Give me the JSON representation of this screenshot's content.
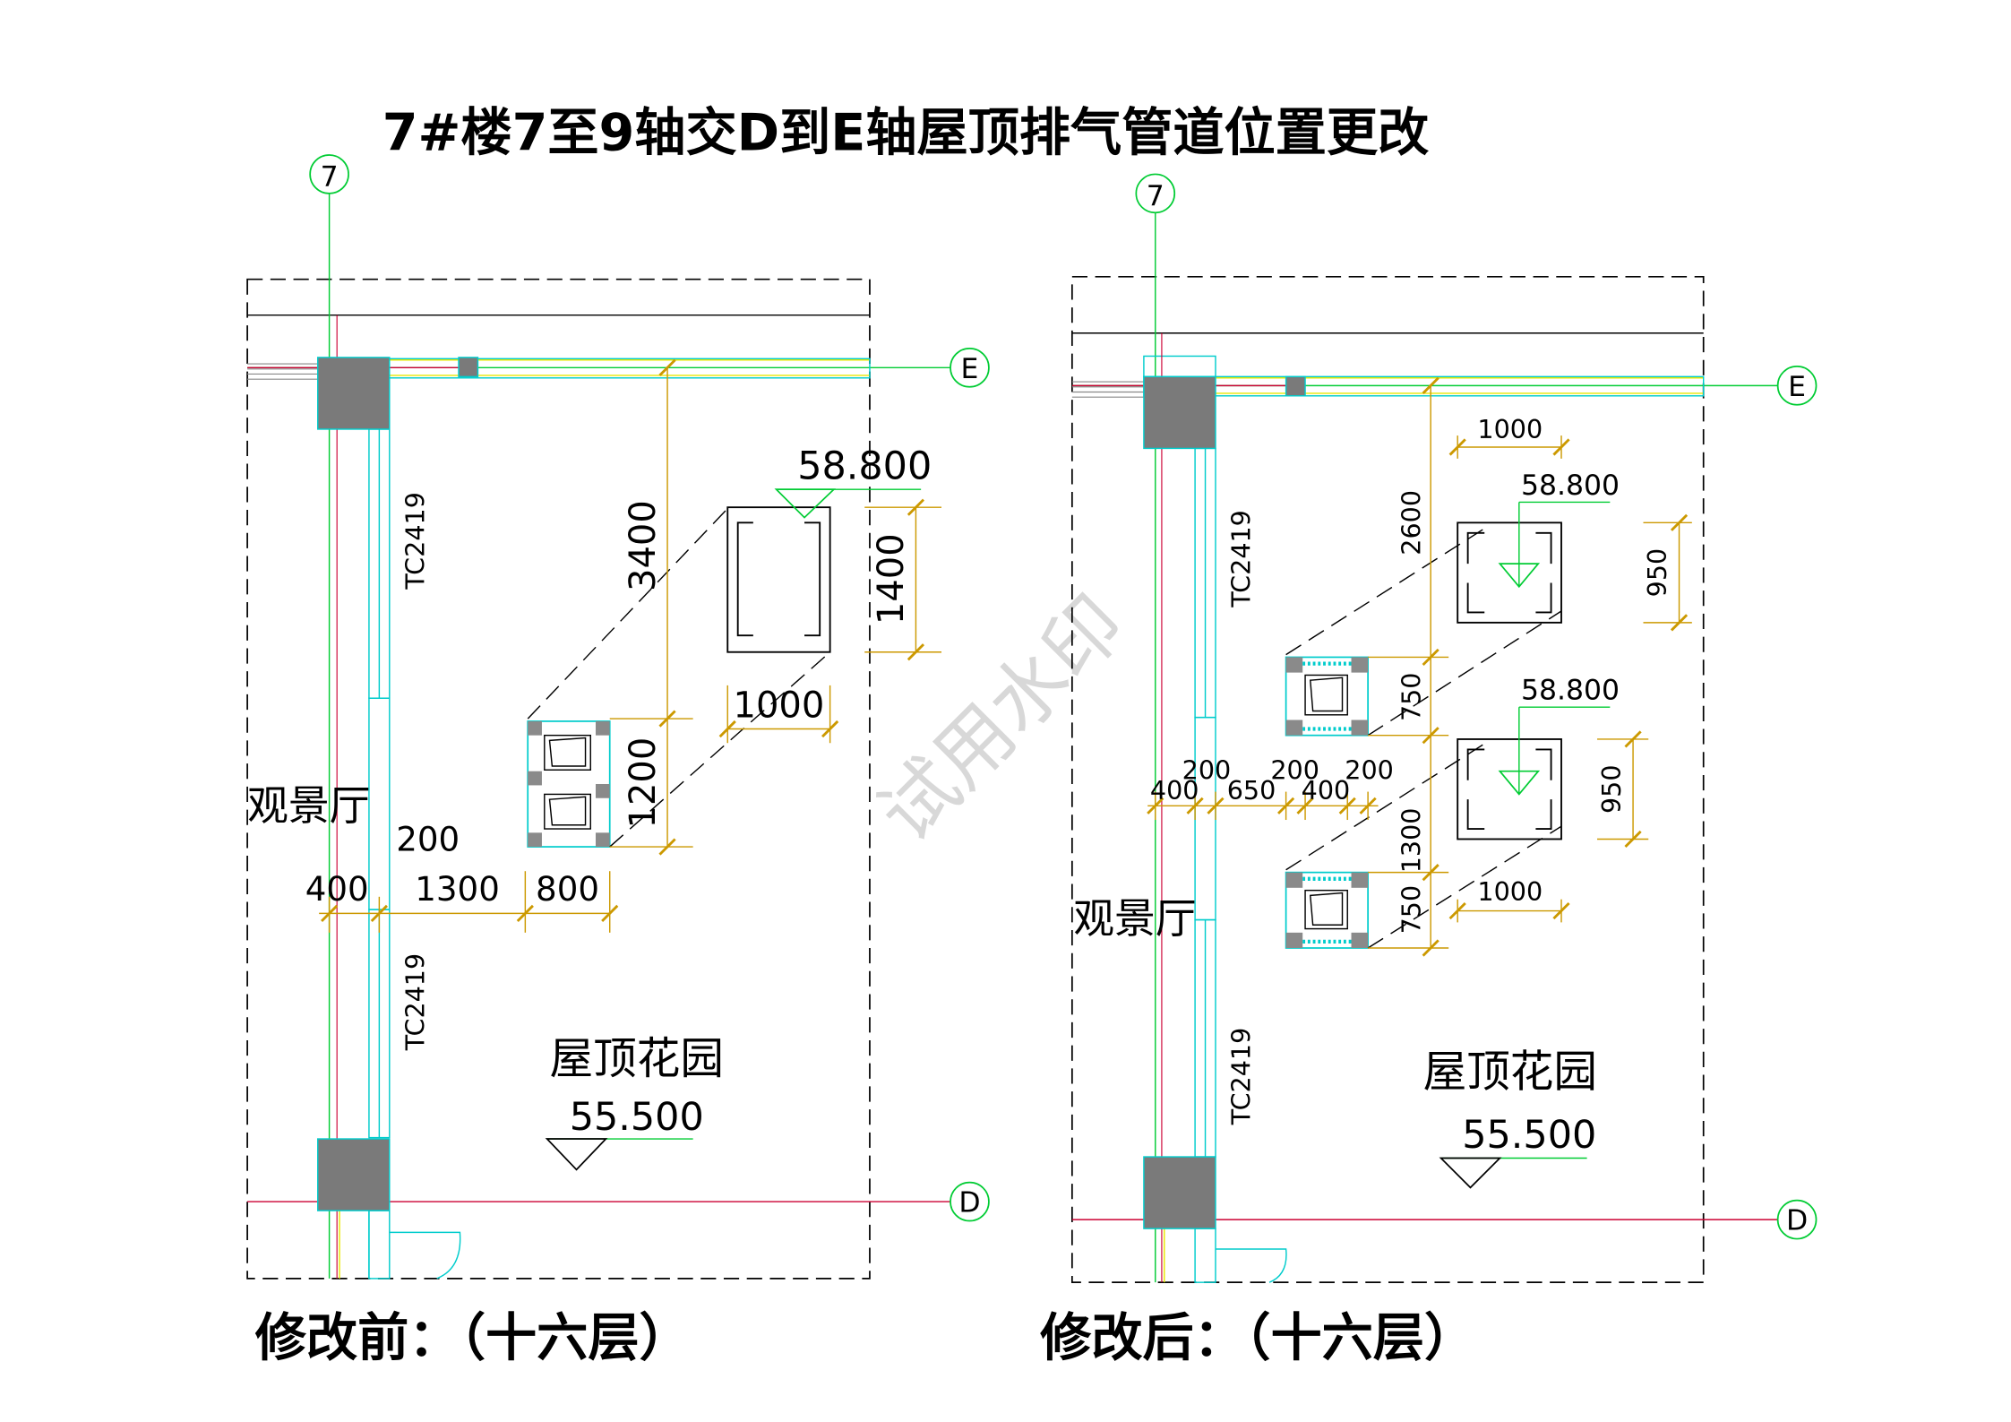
{
  "title": "7#楼7至9轴交D到E轴屋顶排气管道位置更改",
  "watermark": "试用水印",
  "colors": {
    "axis": "#00cc33",
    "wall": "#00cccc",
    "red_line": "#cc0033",
    "yellow": "#e8e800",
    "dim": "#cc9900",
    "column_fill": "#7a7a7a",
    "shaft_fill": "#8a8a8a",
    "duct_outline": "#000000",
    "frame": "#000000",
    "watermark": "#d8d8d8"
  },
  "before": {
    "caption": "修改前：（十六层）",
    "axis_7": "7",
    "axis_e": "E",
    "axis_d": "D",
    "room_label": "观景厅",
    "garden_label": "屋顶花园",
    "garden_elevation": "55.500",
    "duct_elevation": "58.800",
    "window_upper": "TC2419",
    "window_lower": "TC2419",
    "dims": {
      "d400": "400",
      "d200": "200",
      "d1300": "1300",
      "d800": "800",
      "d3400": "3400",
      "d1200": "1200",
      "d1400": "1400",
      "d1000": "1000"
    }
  },
  "after": {
    "caption": "修改后：（十六层）",
    "axis_7": "7",
    "axis_e": "E",
    "axis_d": "D",
    "room_label": "观景厅",
    "garden_label": "屋顶花园",
    "garden_elevation": "55.500",
    "duct_elevation_upper": "58.800",
    "duct_elevation_lower": "58.800",
    "window_upper": "TC2419",
    "window_lower": "TC2419",
    "dims": {
      "d1000_top": "1000",
      "d1000_bottom": "1000",
      "d2600": "2600",
      "d750_upper": "750",
      "d1300": "1300",
      "d750_lower": "750",
      "d950_upper": "950",
      "d950_lower": "950",
      "d400": "400",
      "d200_a": "200",
      "d650": "650",
      "d200_b": "200",
      "d400_b": "400",
      "d200_c": "200"
    }
  }
}
